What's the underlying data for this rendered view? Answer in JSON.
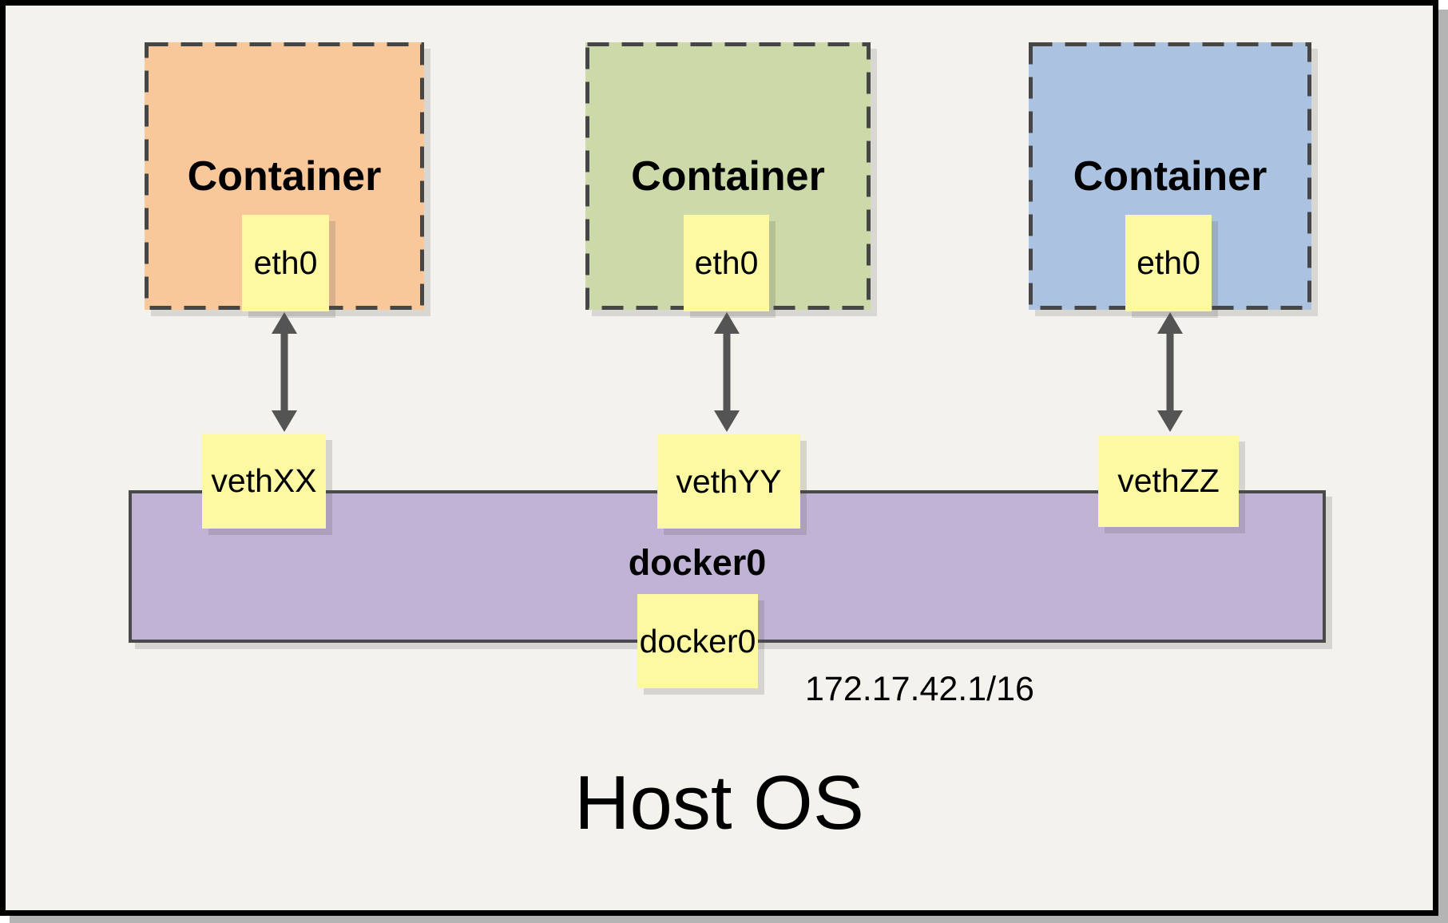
{
  "diagram": {
    "host_label": "Host OS",
    "containers": [
      {
        "label": "Container",
        "interface": "eth0",
        "veth": "vethXX",
        "color": "#f8c89b"
      },
      {
        "label": "Container",
        "interface": "eth0",
        "veth": "vethYY",
        "color": "#ccd9a8"
      },
      {
        "label": "Container",
        "interface": "eth0",
        "veth": "vethZZ",
        "color": "#abc2e0"
      }
    ],
    "bridge": {
      "label": "docker0",
      "interface": "docker0",
      "ip": "172.17.42.1/16",
      "color": "#c1b3d5"
    },
    "colors": {
      "note_yellow": "#fcf9a2",
      "page_background": "#f4f2ec",
      "dashed_border": "#464646",
      "arrow": "#545454",
      "frame": "#000000",
      "page_shadow": "#b4b4b4"
    }
  }
}
